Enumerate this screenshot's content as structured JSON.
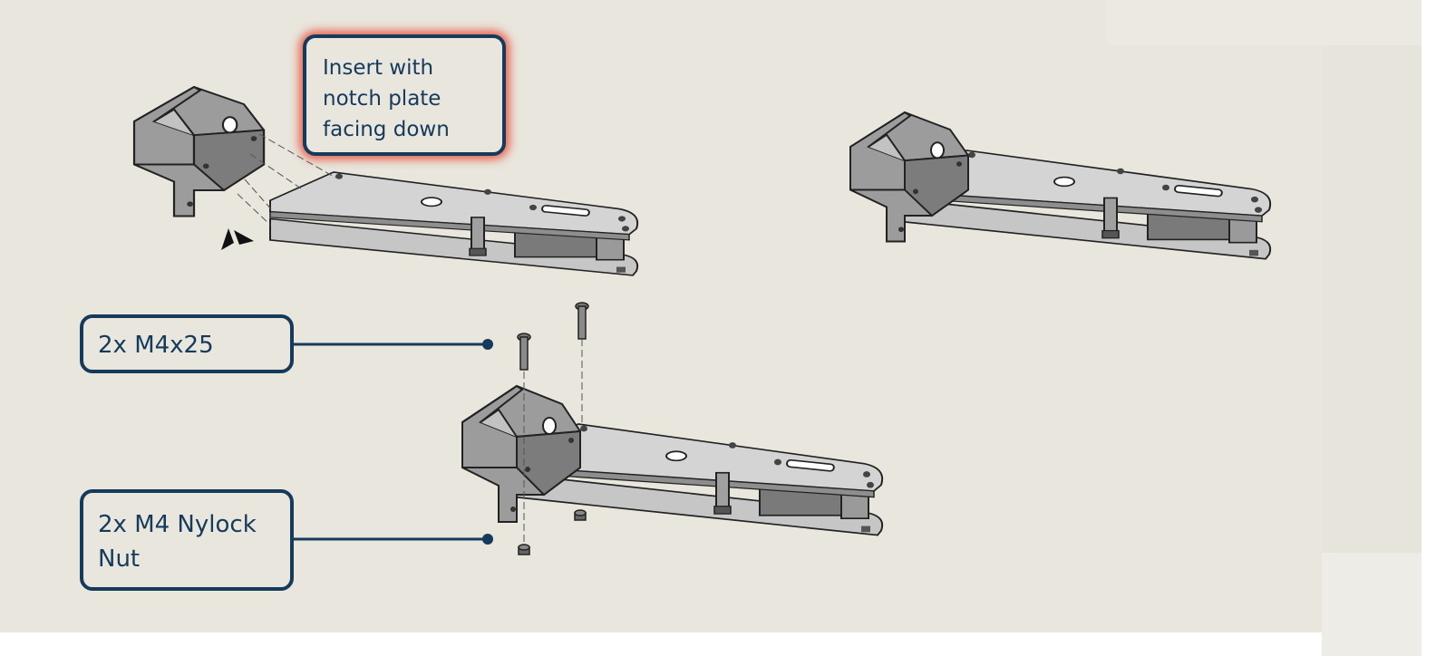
{
  "callouts": {
    "notch": "Insert with notch plate facing down",
    "bolts": "2x M4x25",
    "nuts": "2x M4 Nylock Nut"
  },
  "colors": {
    "background": "#e8e6dd",
    "callout_border": "#163a5c",
    "callout_text": "#163a5c",
    "highlight_glow": "#e84832",
    "part_dark": "#8a8a8a",
    "part_light": "#d3d3d3"
  }
}
